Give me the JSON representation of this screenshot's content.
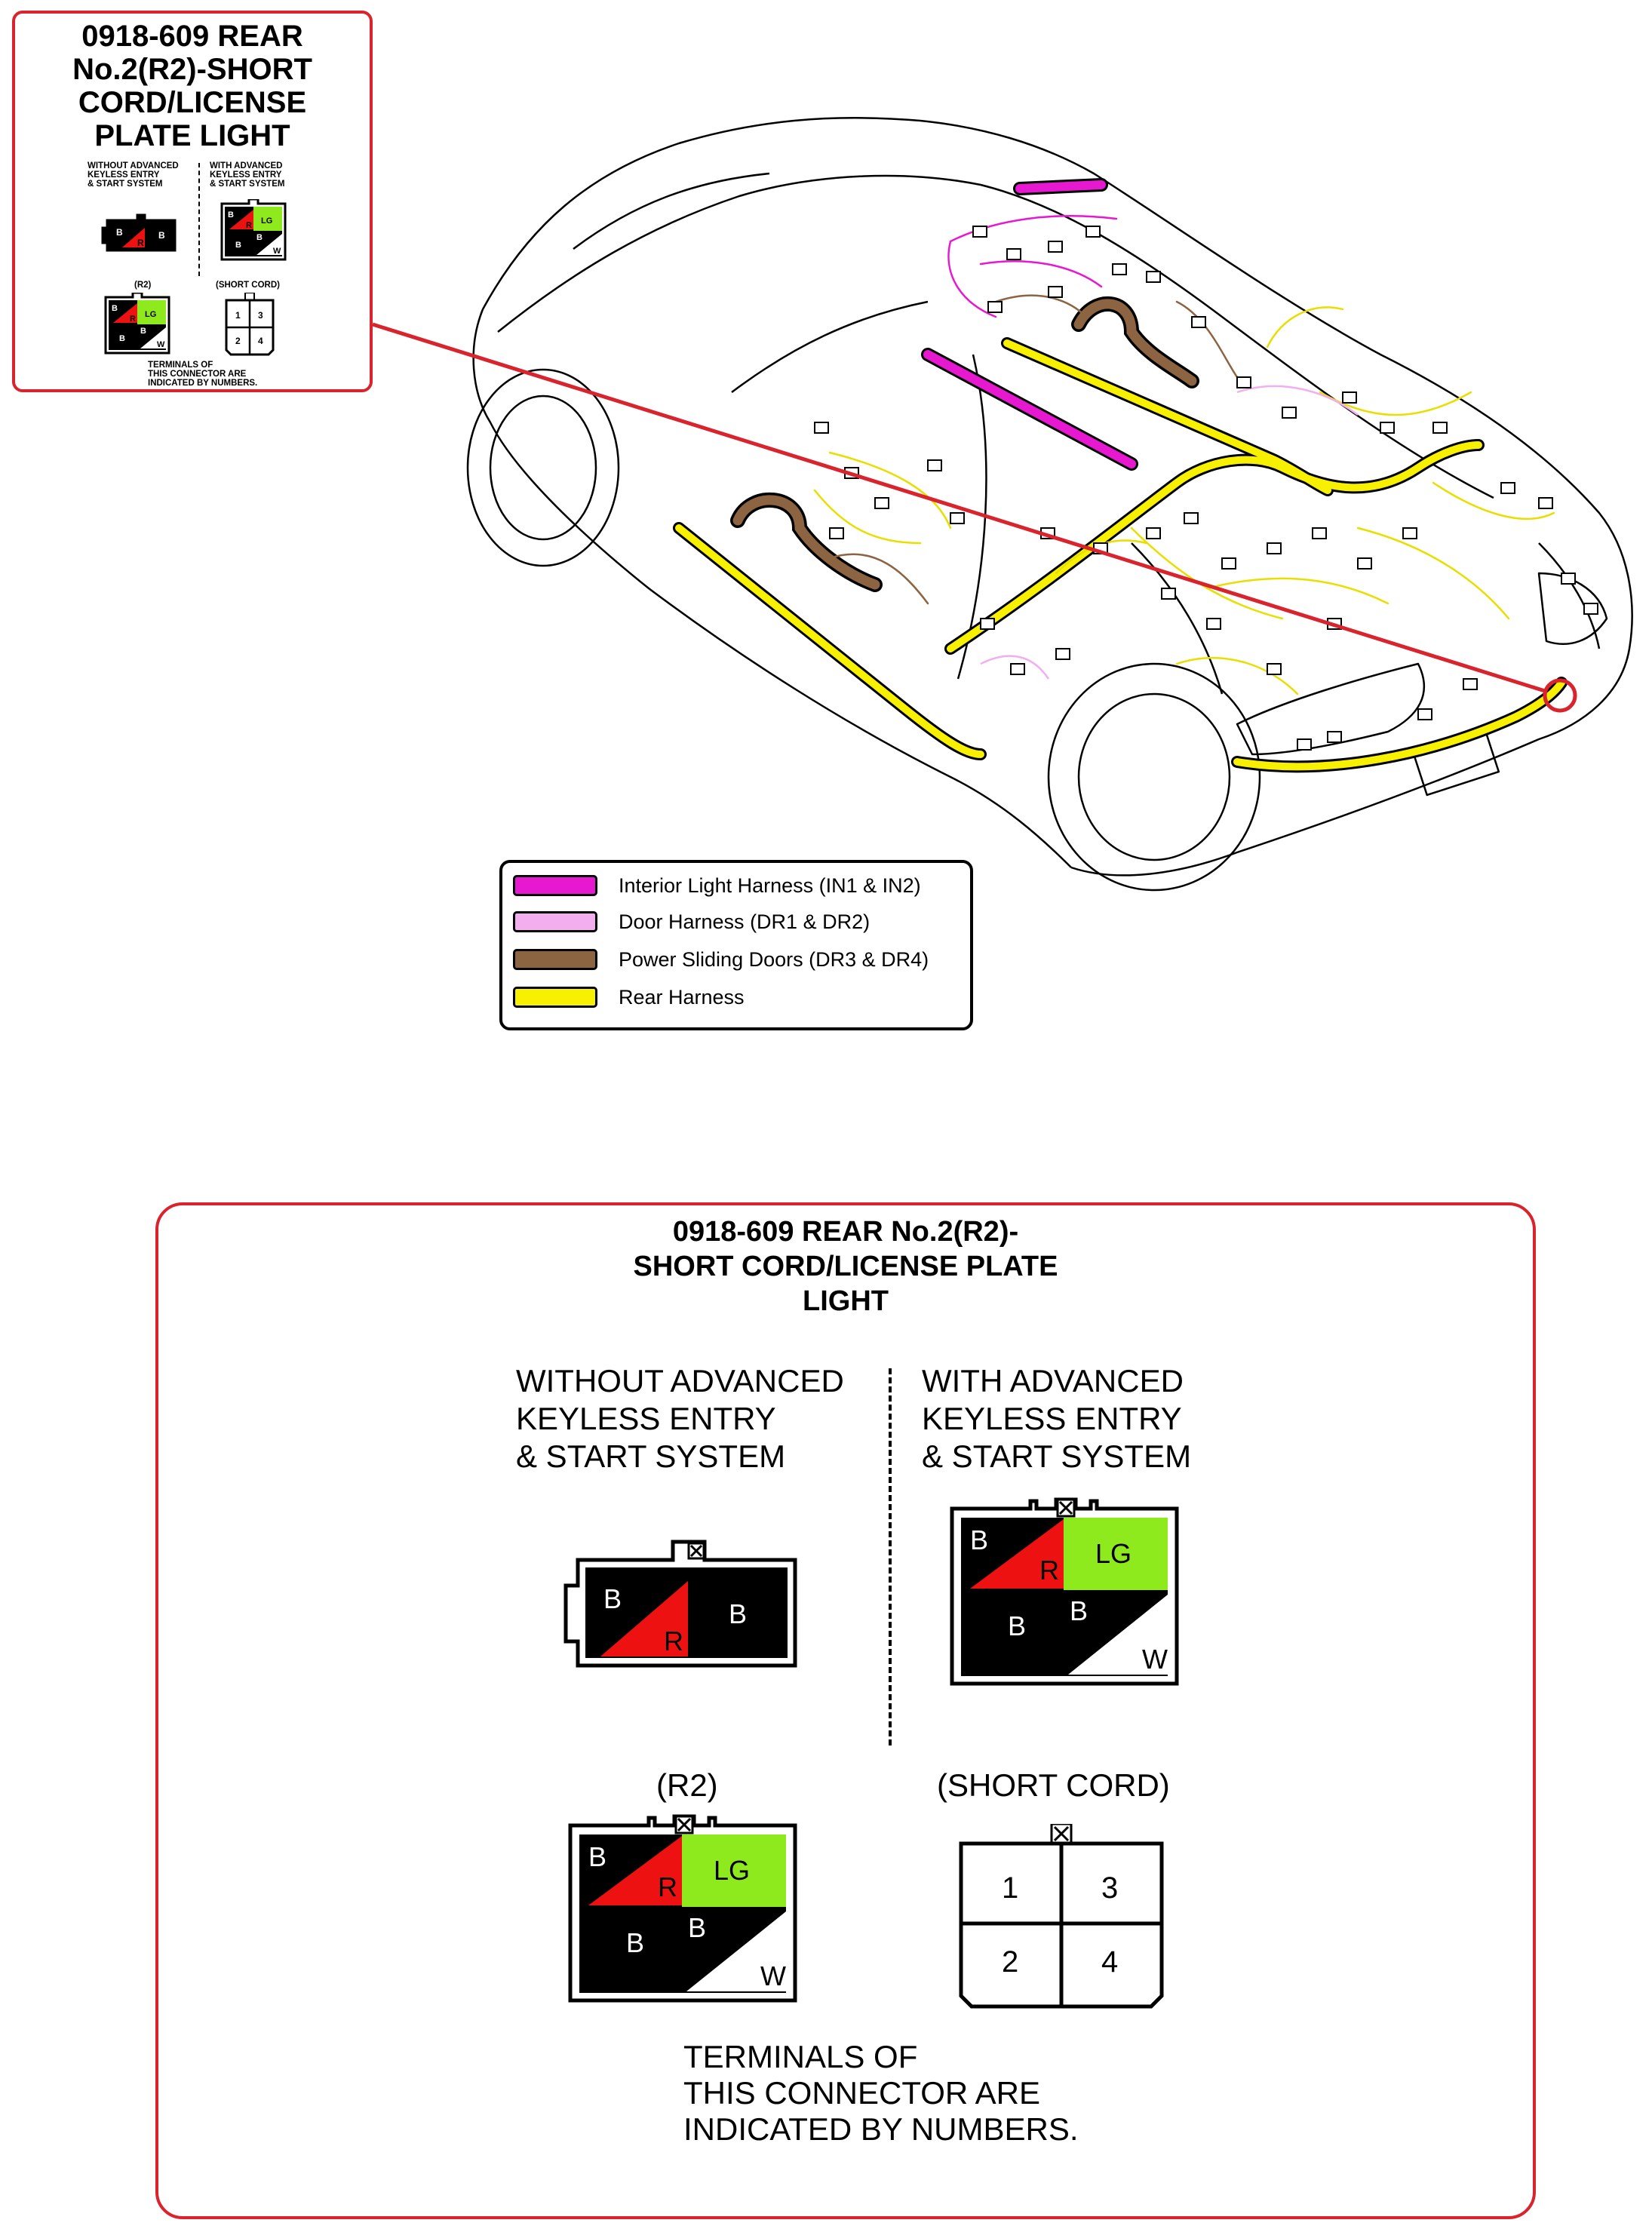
{
  "colors": {
    "callout_red": "#d9232d",
    "interior_light": "#e619d1",
    "door": "#f3aef0",
    "power_sliding": "#8c6442",
    "rear": "#f7f000",
    "pin_red": "#ee1111",
    "pin_green": "#8eea1c"
  },
  "small_callout": {
    "title_lines": [
      "0918-609 REAR",
      "No.2(R2)-SHORT",
      "CORD/LICENSE",
      "PLATE LIGHT"
    ],
    "without_lines": [
      "WITHOUT ADVANCED",
      "KEYLESS ENTRY",
      "& START SYSTEM"
    ],
    "with_lines": [
      "WITH ADVANCED",
      "KEYLESS ENTRY",
      "& START SYSTEM"
    ],
    "r2_label": "(R2)",
    "short_cord_label": "(SHORT CORD)",
    "note_lines": [
      "TERMINALS OF",
      "THIS CONNECTOR ARE",
      "INDICATED BY NUMBERS."
    ]
  },
  "legend": {
    "items": [
      {
        "label": "Interior Light Harness (IN1 & IN2)",
        "color": "#e619d1"
      },
      {
        "label": "Door Harness (DR1 & DR2)",
        "color": "#f3aef0"
      },
      {
        "label": "Power Sliding Doors (DR3 & DR4)",
        "color": "#8c6442"
      },
      {
        "label": "Rear Harness",
        "color": "#f7f000"
      }
    ]
  },
  "big_callout": {
    "title_lines": [
      "0918-609 REAR No.2(R2)-",
      "SHORT CORD/LICENSE PLATE",
      "LIGHT"
    ],
    "without_lines": [
      "WITHOUT ADVANCED",
      "KEYLESS ENTRY",
      "& START SYSTEM"
    ],
    "with_lines": [
      "WITH ADVANCED",
      "KEYLESS ENTRY",
      "& START SYSTEM"
    ],
    "r2_label": "(R2)",
    "short_cord_label": "(SHORT CORD)",
    "note_lines": [
      "TERMINALS OF",
      "THIS CONNECTOR ARE",
      "INDICATED BY NUMBERS."
    ]
  },
  "pins": {
    "b": "B",
    "r": "R",
    "lg": "LG",
    "w": "W",
    "n1": "1",
    "n2": "2",
    "n3": "3",
    "n4": "4"
  }
}
